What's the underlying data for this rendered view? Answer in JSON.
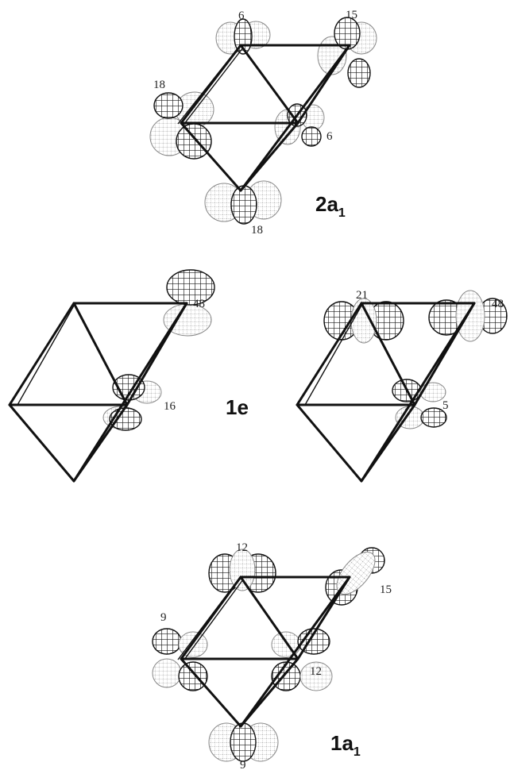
{
  "orbitals": [
    {
      "label": {
        "main": "2a",
        "sub": "1"
      },
      "contributions": [
        "6",
        "15",
        "18",
        "6",
        "18"
      ]
    },
    {
      "label": {
        "main": "1e",
        "sub": ""
      },
      "left": {
        "contributions": [
          "48",
          "16"
        ]
      },
      "right": {
        "contributions": [
          "21",
          "48",
          "5"
        ]
      }
    },
    {
      "label": {
        "main": "1a",
        "sub": "1"
      },
      "contributions": [
        "12",
        "15",
        "9",
        "12",
        "9"
      ]
    }
  ],
  "colors": {
    "line": "#111111",
    "hatch_dark": "#222222",
    "hatch_light": "#999999"
  }
}
